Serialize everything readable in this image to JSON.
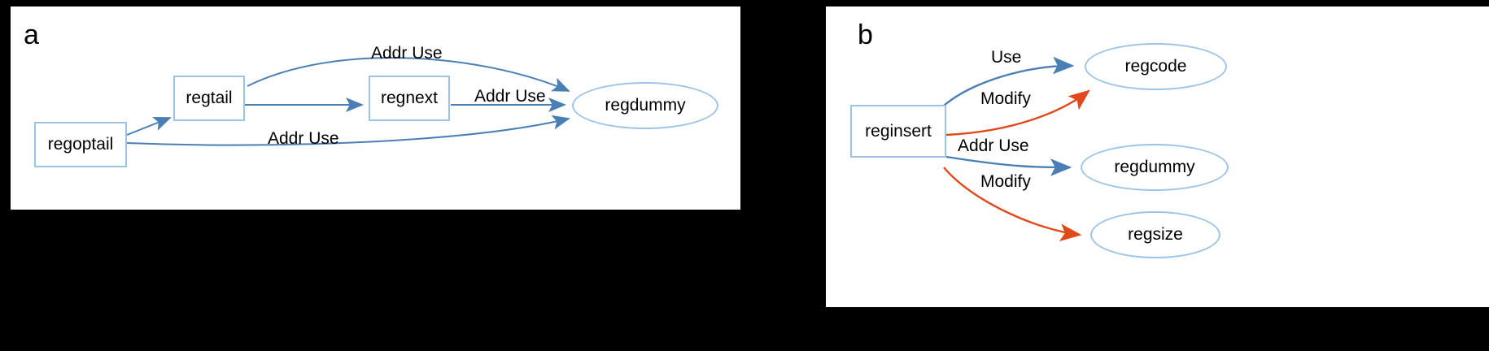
{
  "figure": {
    "background_color": "#000000",
    "panel_background": "#ffffff"
  },
  "colors": {
    "node_stroke": "#9dc3e6",
    "edge_blue": "#4a7fb5",
    "edge_orange": "#e2491a",
    "text": "#000000"
  },
  "panel_a": {
    "label": "a",
    "nodes": [
      {
        "id": "regoptail",
        "label": "regoptail",
        "shape": "rect"
      },
      {
        "id": "regtail",
        "label": "regtail",
        "shape": "rect"
      },
      {
        "id": "regnext",
        "label": "regnext",
        "shape": "rect"
      },
      {
        "id": "regdummy",
        "label": "regdummy",
        "shape": "ellipse"
      }
    ],
    "edges": [
      {
        "from": "regoptail",
        "to": "regtail",
        "label": "",
        "color": "blue"
      },
      {
        "from": "regtail",
        "to": "regnext",
        "label": "",
        "color": "blue"
      },
      {
        "from": "regnext",
        "to": "regdummy",
        "label": "Addr Use",
        "color": "blue"
      },
      {
        "from": "regtail",
        "to": "regdummy",
        "label": "Addr Use",
        "color": "blue"
      },
      {
        "from": "regoptail",
        "to": "regdummy",
        "label": "Addr Use",
        "color": "blue"
      }
    ],
    "edge_labels": {
      "top": "Addr Use",
      "middle": "Addr Use",
      "bottom": "Addr Use"
    }
  },
  "panel_b": {
    "label": "b",
    "nodes": [
      {
        "id": "reginsert",
        "label": "reginsert",
        "shape": "rect"
      },
      {
        "id": "regcode",
        "label": "regcode",
        "shape": "ellipse"
      },
      {
        "id": "regdummy",
        "label": "regdummy",
        "shape": "ellipse"
      },
      {
        "id": "regsize",
        "label": "regsize",
        "shape": "ellipse"
      }
    ],
    "edges": [
      {
        "from": "reginsert",
        "to": "regcode",
        "label": "Use",
        "color": "blue"
      },
      {
        "from": "reginsert",
        "to": "regcode",
        "label": "Modify",
        "color": "orange"
      },
      {
        "from": "reginsert",
        "to": "regdummy",
        "label": "Addr Use",
        "color": "blue"
      },
      {
        "from": "reginsert",
        "to": "regsize",
        "label": "Modify",
        "color": "orange"
      }
    ],
    "edge_labels": {
      "use": "Use",
      "modify_top": "Modify",
      "addr_use": "Addr Use",
      "modify_bottom": "Modify"
    }
  }
}
